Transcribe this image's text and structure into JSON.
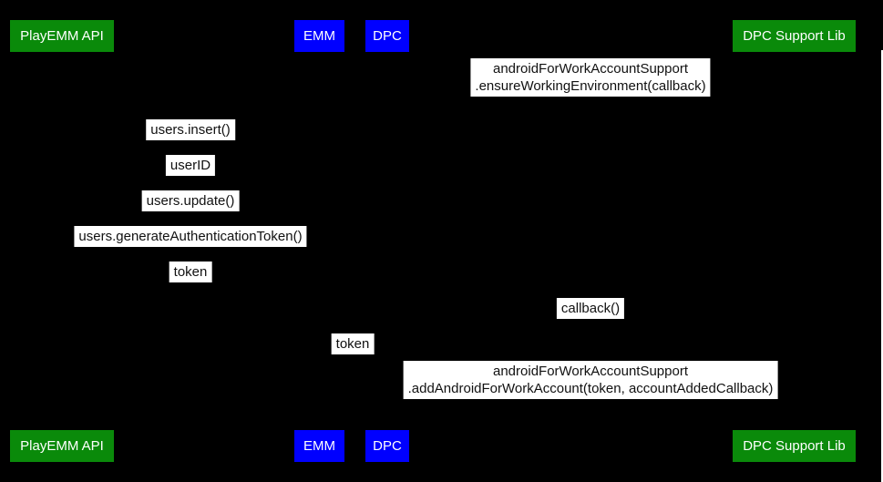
{
  "colors": {
    "background": "#000000",
    "actor_green": "#0a8a0a",
    "actor_blue": "#0000ff",
    "actor_text": "#ffffff",
    "label_bg": "#ffffff",
    "label_text": "#111111",
    "edge_line": "#ffffff"
  },
  "actors": [
    {
      "label": "PlayEMM API",
      "color": "green"
    },
    {
      "label": "EMM",
      "color": "blue"
    },
    {
      "label": "DPC",
      "color": "blue"
    },
    {
      "label": "DPC Support Lib",
      "color": "green"
    }
  ],
  "messages": [
    {
      "lines": [
        "androidForWorkAccountSupport",
        ".ensureWorkingEnvironment(callback)"
      ]
    },
    {
      "lines": [
        "users.insert()"
      ]
    },
    {
      "lines": [
        "userID"
      ]
    },
    {
      "lines": [
        "users.update()"
      ]
    },
    {
      "lines": [
        "users.generateAuthenticationToken()"
      ]
    },
    {
      "lines": [
        "token"
      ]
    },
    {
      "lines": [
        "callback()"
      ]
    },
    {
      "lines": [
        "token"
      ]
    },
    {
      "lines": [
        "androidForWorkAccountSupport",
        ".addAndroidForWorkAccount(token, accountAddedCallback)"
      ]
    }
  ]
}
